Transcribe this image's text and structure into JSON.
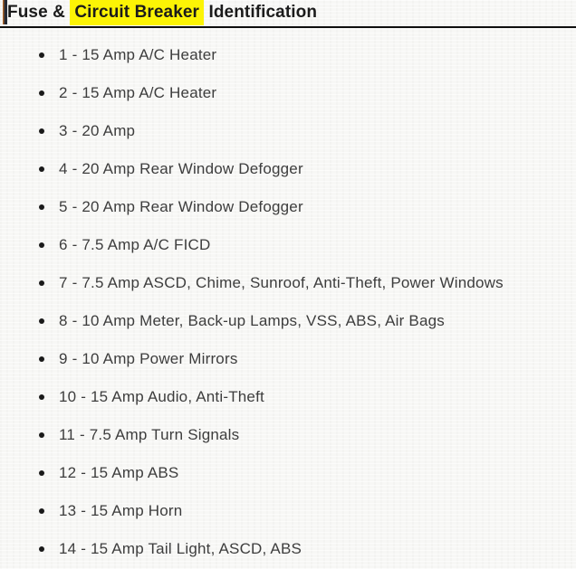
{
  "header": {
    "title_prefix": "Fuse & ",
    "title_highlight": "Circuit Breaker",
    "title_suffix": " Identification"
  },
  "colors": {
    "highlight": "#fcf405",
    "heading_text": "#1b1b1b",
    "body_text": "#3d3d3d",
    "rule": "#0f0f0f",
    "background": "#f7f7f5",
    "bullet": "#1a1a1a"
  },
  "fuse_list": {
    "items": [
      "1 - 15 Amp A/C Heater",
      "2 - 15 Amp A/C Heater",
      "3 - 20 Amp",
      "4 - 20 Amp Rear Window Defogger",
      "5 - 20 Amp Rear Window Defogger",
      "6 - 7.5 Amp A/C FICD",
      "7 - 7.5 Amp ASCD, Chime, Sunroof, Anti-Theft, Power Windows",
      "8 - 10 Amp Meter, Back-up Lamps, VSS, ABS, Air Bags",
      "9 - 10 Amp Power Mirrors",
      "10 - 15 Amp Audio, Anti-Theft",
      "11 - 7.5 Amp Turn Signals",
      "12 - 15 Amp ABS",
      "13 - 15 Amp Horn",
      "14 - 15 Amp Tail Light, ASCD, ABS"
    ]
  }
}
